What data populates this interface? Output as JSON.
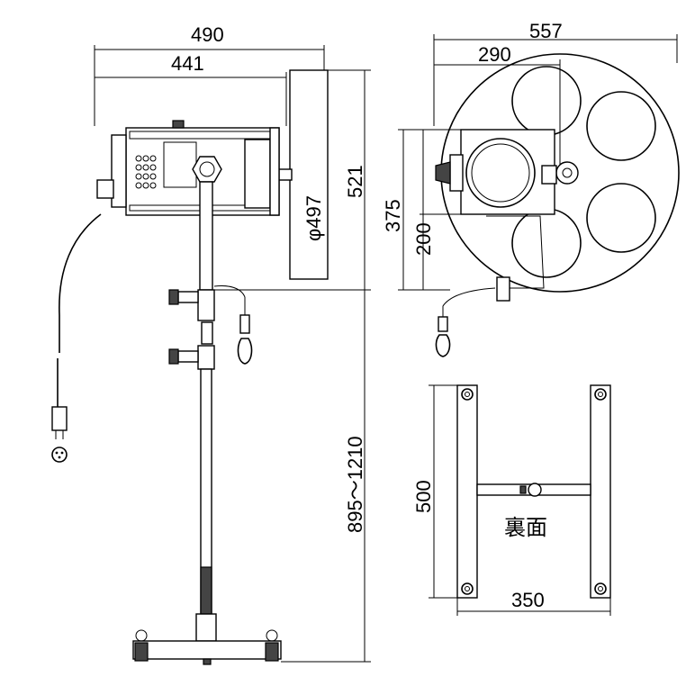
{
  "dimensions": {
    "overall_width": "490",
    "body_length": "441",
    "lens_diameter": "φ497",
    "head_height": "521",
    "stand_height": "895～1210",
    "disc_width": "557",
    "disc_offset": "290",
    "front_height": "375",
    "front_inner": "200",
    "base_depth": "500",
    "base_width": "350"
  },
  "labels": {
    "base_underside": "裏面"
  },
  "colors": {
    "line": "#000000",
    "fill": "#ffffff",
    "shade": "#444444"
  }
}
